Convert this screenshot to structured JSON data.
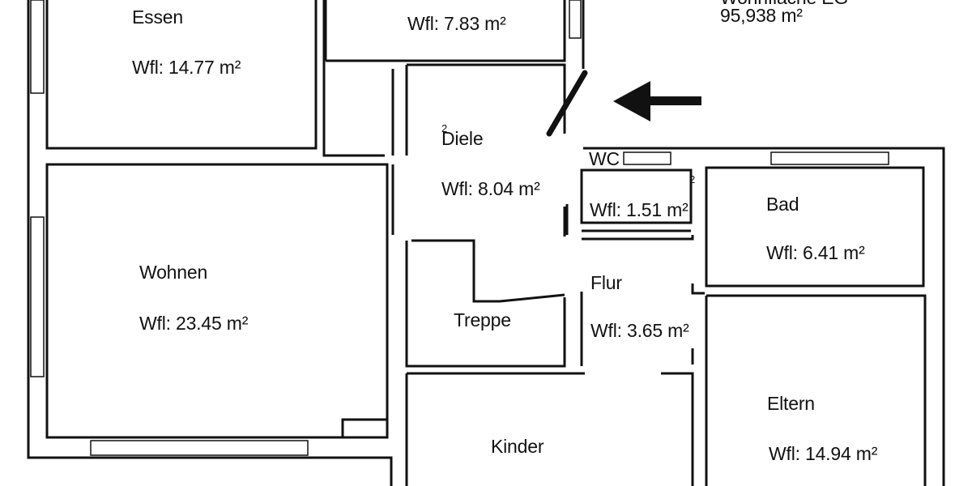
{
  "summary": {
    "title_partial": "Wohnfläche EG",
    "total": "95,938 m²"
  },
  "rooms": {
    "essen": {
      "name": "Essen",
      "area": "Wfl: 14.77 m²"
    },
    "kueche": {
      "area": "Wfl: 7.83 m²"
    },
    "diele": {
      "name": "Diele",
      "area": "Wfl: 8.04 m²"
    },
    "wc": {
      "name": "WC",
      "area": "Wfl: 1.51 m²"
    },
    "bad": {
      "name": "Bad",
      "area": "Wfl: 6.41 m²"
    },
    "wohnen": {
      "name": "Wohnen",
      "area": "Wfl: 23.45 m²"
    },
    "treppe": {
      "name": "Treppe"
    },
    "flur": {
      "name": "Flur",
      "area": "Wfl: 3.65 m²"
    },
    "eltern": {
      "name": "Eltern",
      "area": "Wfl: 14.94 m²"
    },
    "kinder": {
      "name": "Kinder"
    }
  },
  "marks": {
    "stray_superscript": "2"
  },
  "icons": {
    "entrance": "entrance-arrow-icon",
    "door": "door-leaf-icon"
  }
}
